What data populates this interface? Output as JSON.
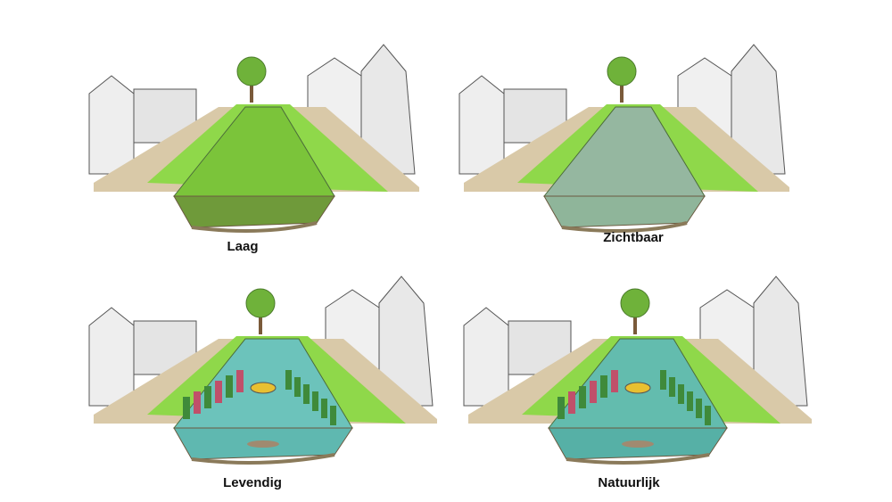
{
  "panels": [
    {
      "label": "Laag",
      "water": "#6f9a3a",
      "surface": "#7bc43a",
      "plants": false
    },
    {
      "label": "Zichtbaar",
      "water": "#8fb59a",
      "surface": "#95b7a0",
      "plants": false
    },
    {
      "label": "Levendig",
      "water": "#5fb8b0",
      "surface": "#6cc3bb",
      "plants": true
    },
    {
      "label": "Natuurlijk",
      "water": "#56b0a6",
      "surface": "#63bcae",
      "plants": true
    }
  ]
}
